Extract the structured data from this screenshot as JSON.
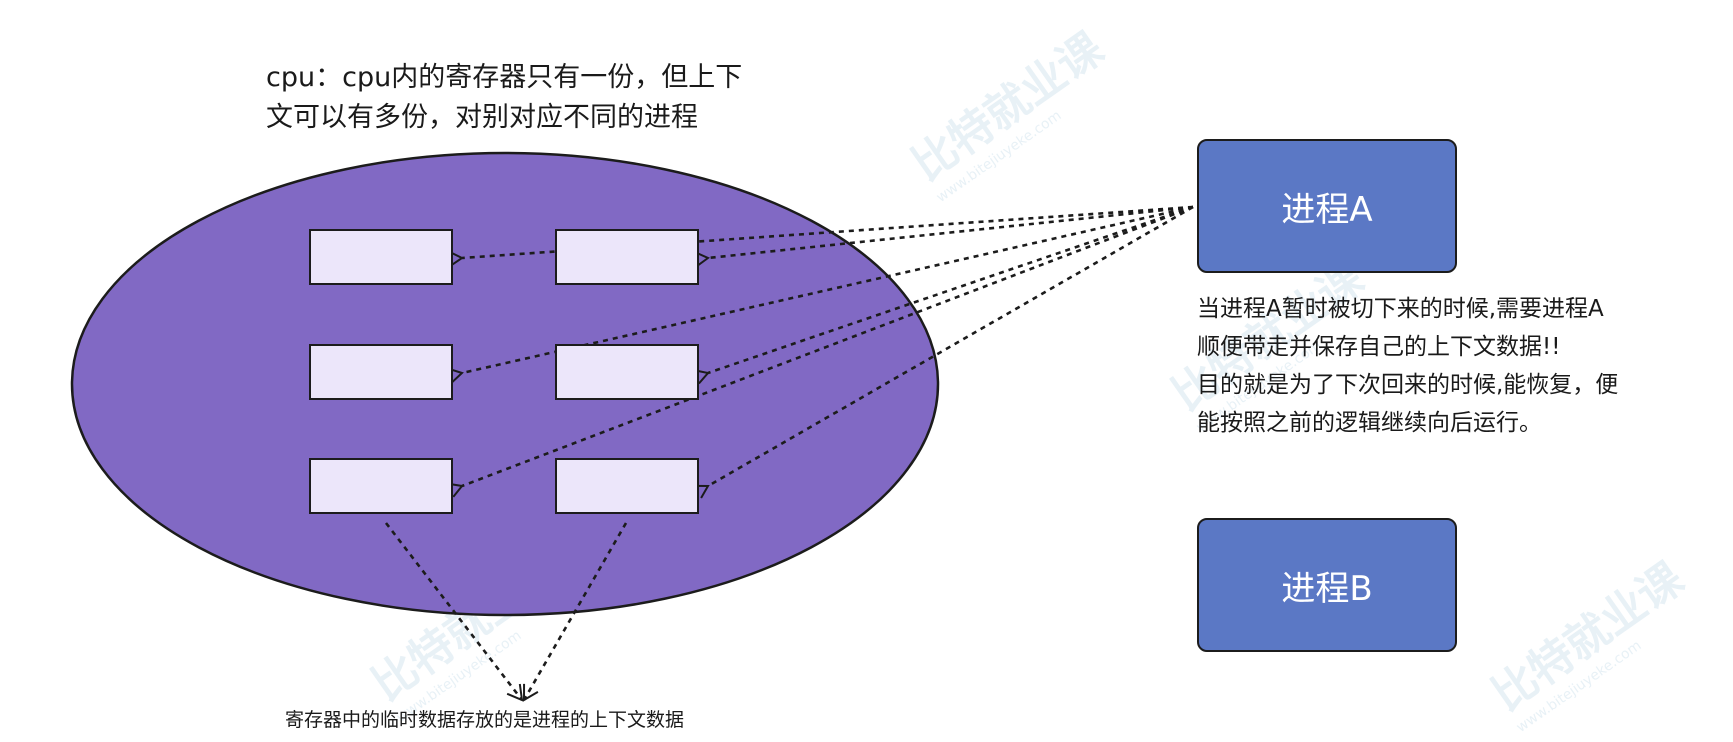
{
  "texts": {
    "cpu_note_line1": "cpu：cpu内的寄存器只有一份，但上下",
    "cpu_note_line2": "文可以有多份，对别对应不同的进程",
    "process_note_line1": "当进程A暂时被切下来的时候,需要进程A",
    "process_note_line2": "顺便带走并保存自己的上下文数据!!",
    "process_note_line3": "目的就是为了下次回来的时候,能恢复，便",
    "process_note_line4": "能按照之前的逻辑继续向后运行。",
    "register_note": "寄存器中的临时数据存放的是进程的上下文数据"
  },
  "processes": [
    {
      "label": "进程A"
    },
    {
      "label": "进程B"
    }
  ],
  "watermark": {
    "text": "比特就业课",
    "url": "www.bitejiuyeke.com"
  },
  "colors": {
    "cpu_fill": "#8169c4",
    "register_fill": "#ece6fa",
    "process_fill": "#5b78c5",
    "stroke": "#1c1c1c"
  }
}
